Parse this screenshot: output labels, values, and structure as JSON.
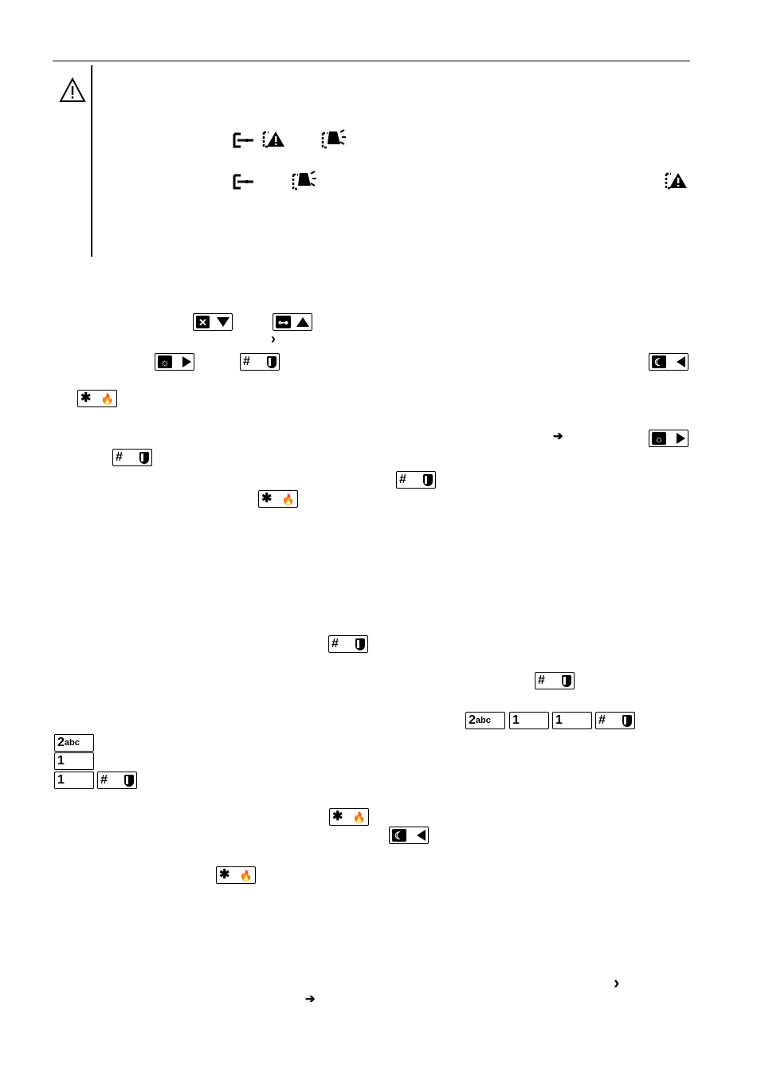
{
  "keys": {
    "sun": "☼",
    "hash": "#",
    "star": "✱",
    "fire": "🔥",
    "cancel": "✕",
    "key_icon": "⊶",
    "moon": "☾",
    "two": "2",
    "two_sub": "abc",
    "one": "1"
  },
  "icons": {
    "warning": "warning-triangle-icon",
    "arrow_right": "➔",
    "chevron_right": "›"
  }
}
